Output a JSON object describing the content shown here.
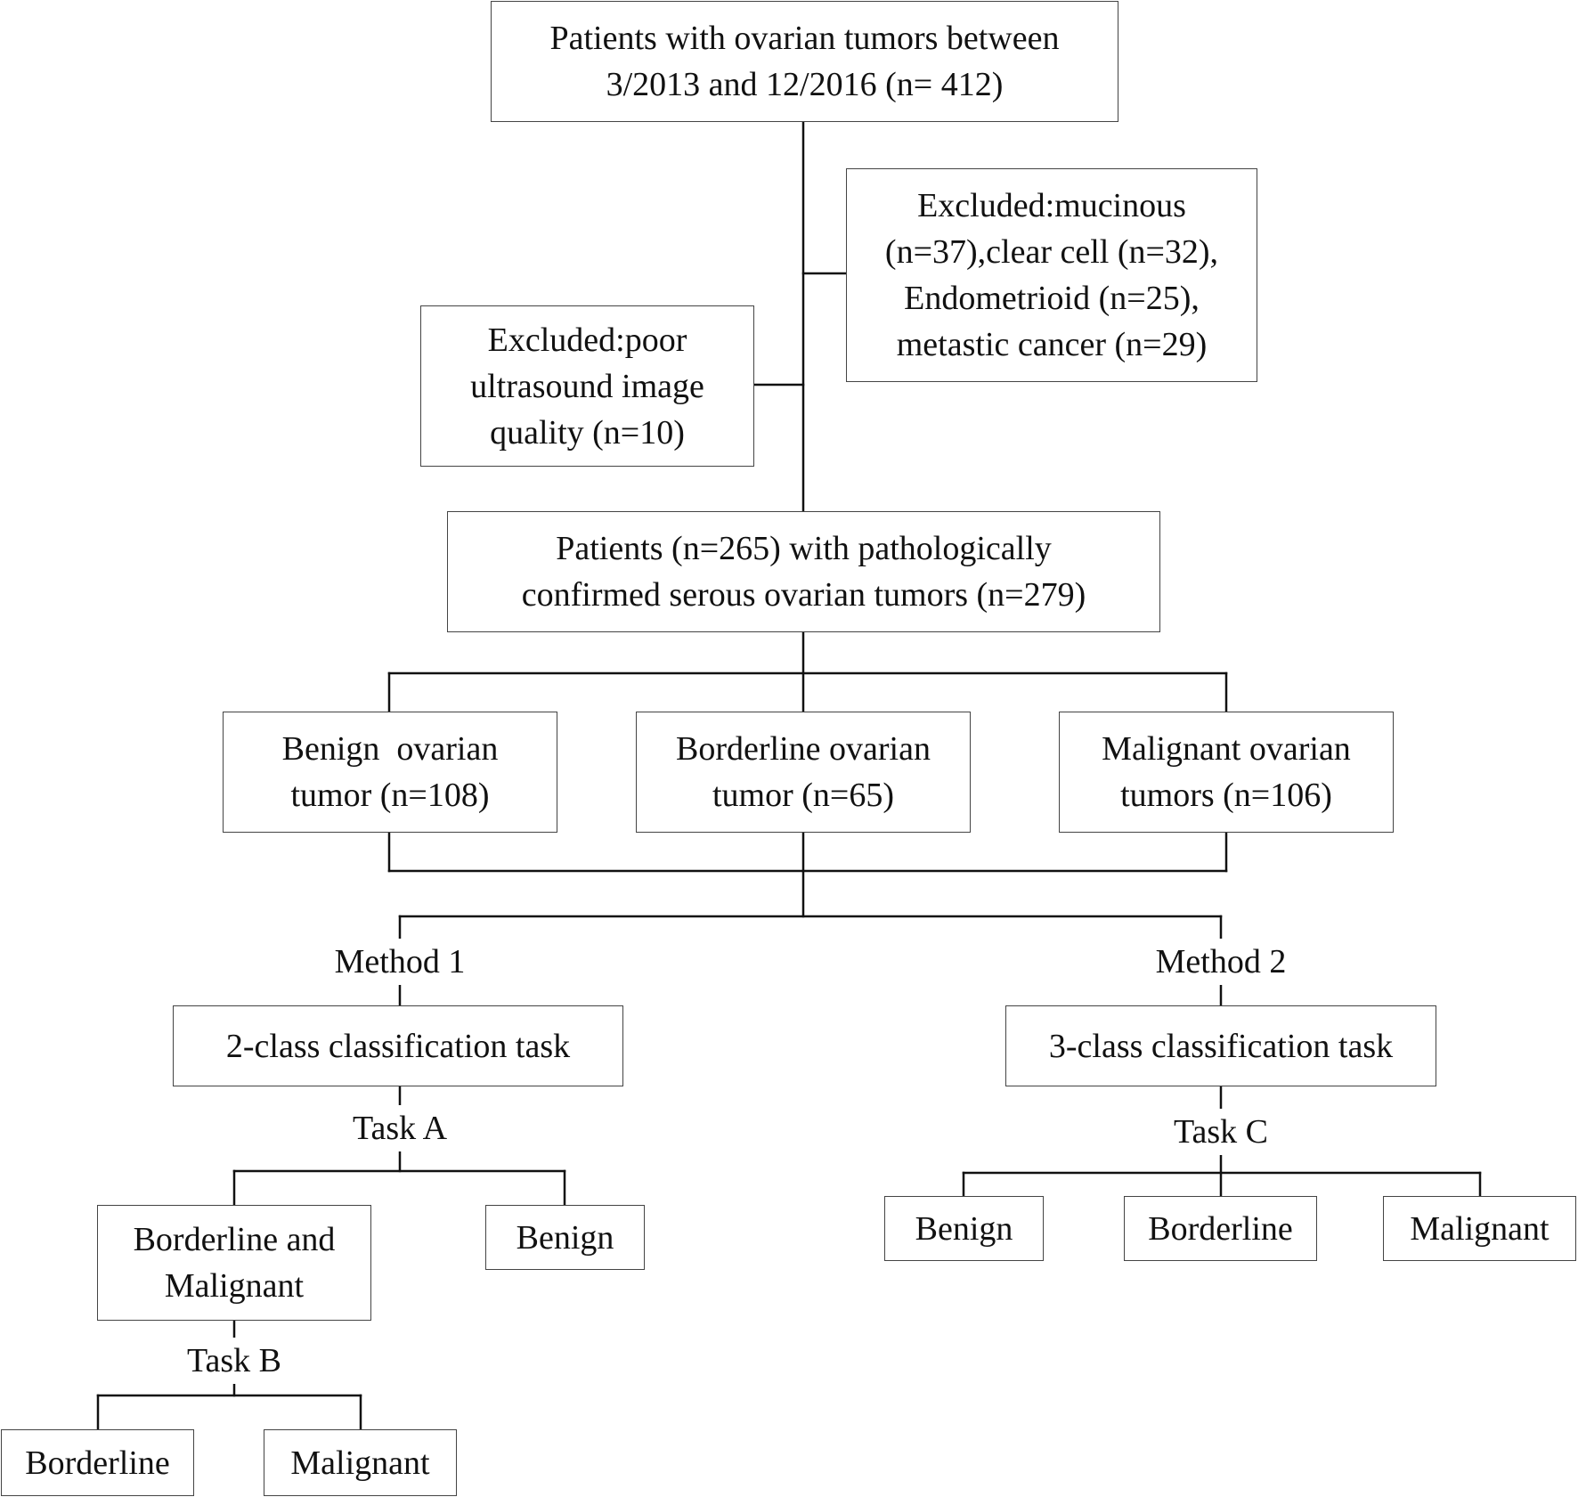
{
  "boxes": {
    "patients_all": [
      "Patients with ovarian tumors between",
      "3/2013 and 12/2016 (n= 412)"
    ],
    "excluded_types": [
      "Excluded:mucinous",
      "(n=37),clear cell (n=32),",
      "Endometrioid (n=25),",
      "metastic cancer (n=29)"
    ],
    "excluded_quality": [
      "Excluded:poor",
      "ultrasound image",
      "quality (n=10)"
    ],
    "patients_serous": [
      "Patients (n=265) with pathologically",
      "confirmed serous ovarian tumors (n=279)"
    ],
    "benign": [
      "Benign  ovarian",
      "tumor (n=108)"
    ],
    "borderline": [
      "Borderline ovarian",
      "tumor (n=65)"
    ],
    "malignant": [
      "Malignant ovarian",
      "tumors (n=106)"
    ],
    "two_class": [
      "2-class classification task"
    ],
    "three_class": [
      "3-class classification task"
    ],
    "a_bm": [
      "Borderline and",
      "Malignant"
    ],
    "a_benign": [
      "Benign"
    ],
    "c_benign": [
      "Benign"
    ],
    "c_borderline": [
      "Borderline"
    ],
    "c_malignant": [
      "Malignant"
    ],
    "b_borderline": [
      "Borderline"
    ],
    "b_malignant": [
      "Malignant"
    ]
  },
  "labels": {
    "method1": "Method 1",
    "method2": "Method 2",
    "task_a": "Task A",
    "task_b": "Task B",
    "task_c": "Task C"
  }
}
